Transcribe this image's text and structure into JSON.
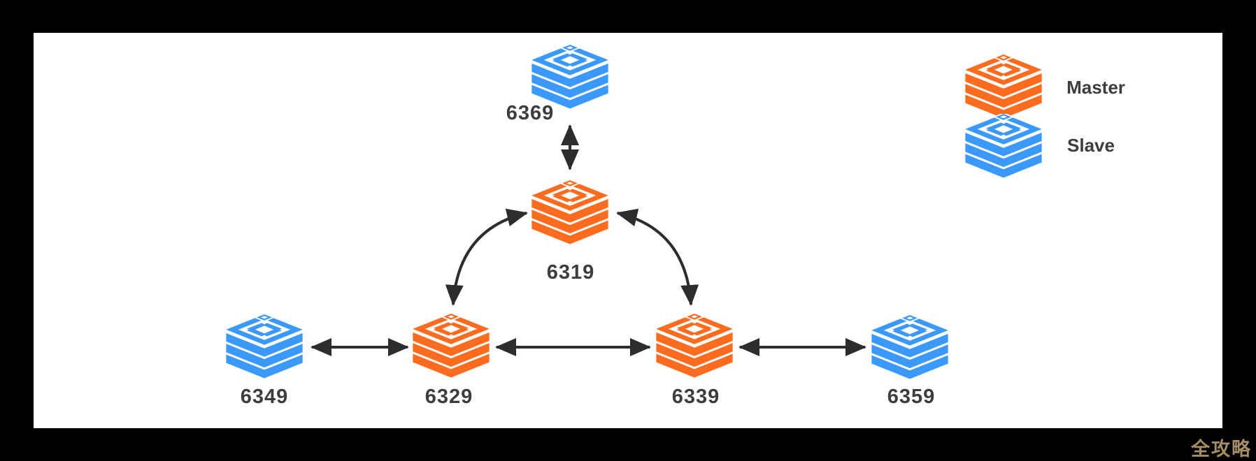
{
  "nodes": [
    {
      "label": "6369",
      "role": "slave"
    },
    {
      "label": "6319",
      "role": "master"
    },
    {
      "label": "6349",
      "role": "slave"
    },
    {
      "label": "6329",
      "role": "master"
    },
    {
      "label": "6339",
      "role": "master"
    },
    {
      "label": "6359",
      "role": "slave"
    }
  ],
  "edges": [
    {
      "from": "6369",
      "to": "6319",
      "style": "straight-vertical",
      "bidirectional": true
    },
    {
      "from": "6319",
      "to": "6329",
      "style": "curved",
      "bidirectional": true
    },
    {
      "from": "6319",
      "to": "6339",
      "style": "curved",
      "bidirectional": true
    },
    {
      "from": "6349",
      "to": "6329",
      "style": "straight-horizontal",
      "bidirectional": true
    },
    {
      "from": "6329",
      "to": "6339",
      "style": "straight-horizontal",
      "bidirectional": true
    },
    {
      "from": "6339",
      "to": "6359",
      "style": "straight-horizontal",
      "bidirectional": true
    }
  ],
  "legend": {
    "items": [
      {
        "label": "Master",
        "icon": "redis-master-icon",
        "color": "#FC6B1E"
      },
      {
        "label": "Slave",
        "icon": "redis-slave-icon",
        "color": "#3B99FC"
      }
    ]
  },
  "watermark": {
    "text": "全攻略",
    "color": "#A58E65"
  },
  "colors": {
    "master": "#FC6B1E",
    "slave": "#3B99FC",
    "arrow": "#2D2D2D",
    "label": "#3D3D3D",
    "panel": "#FFFFFF",
    "background": "#000000",
    "watermark": "#A58E65"
  }
}
